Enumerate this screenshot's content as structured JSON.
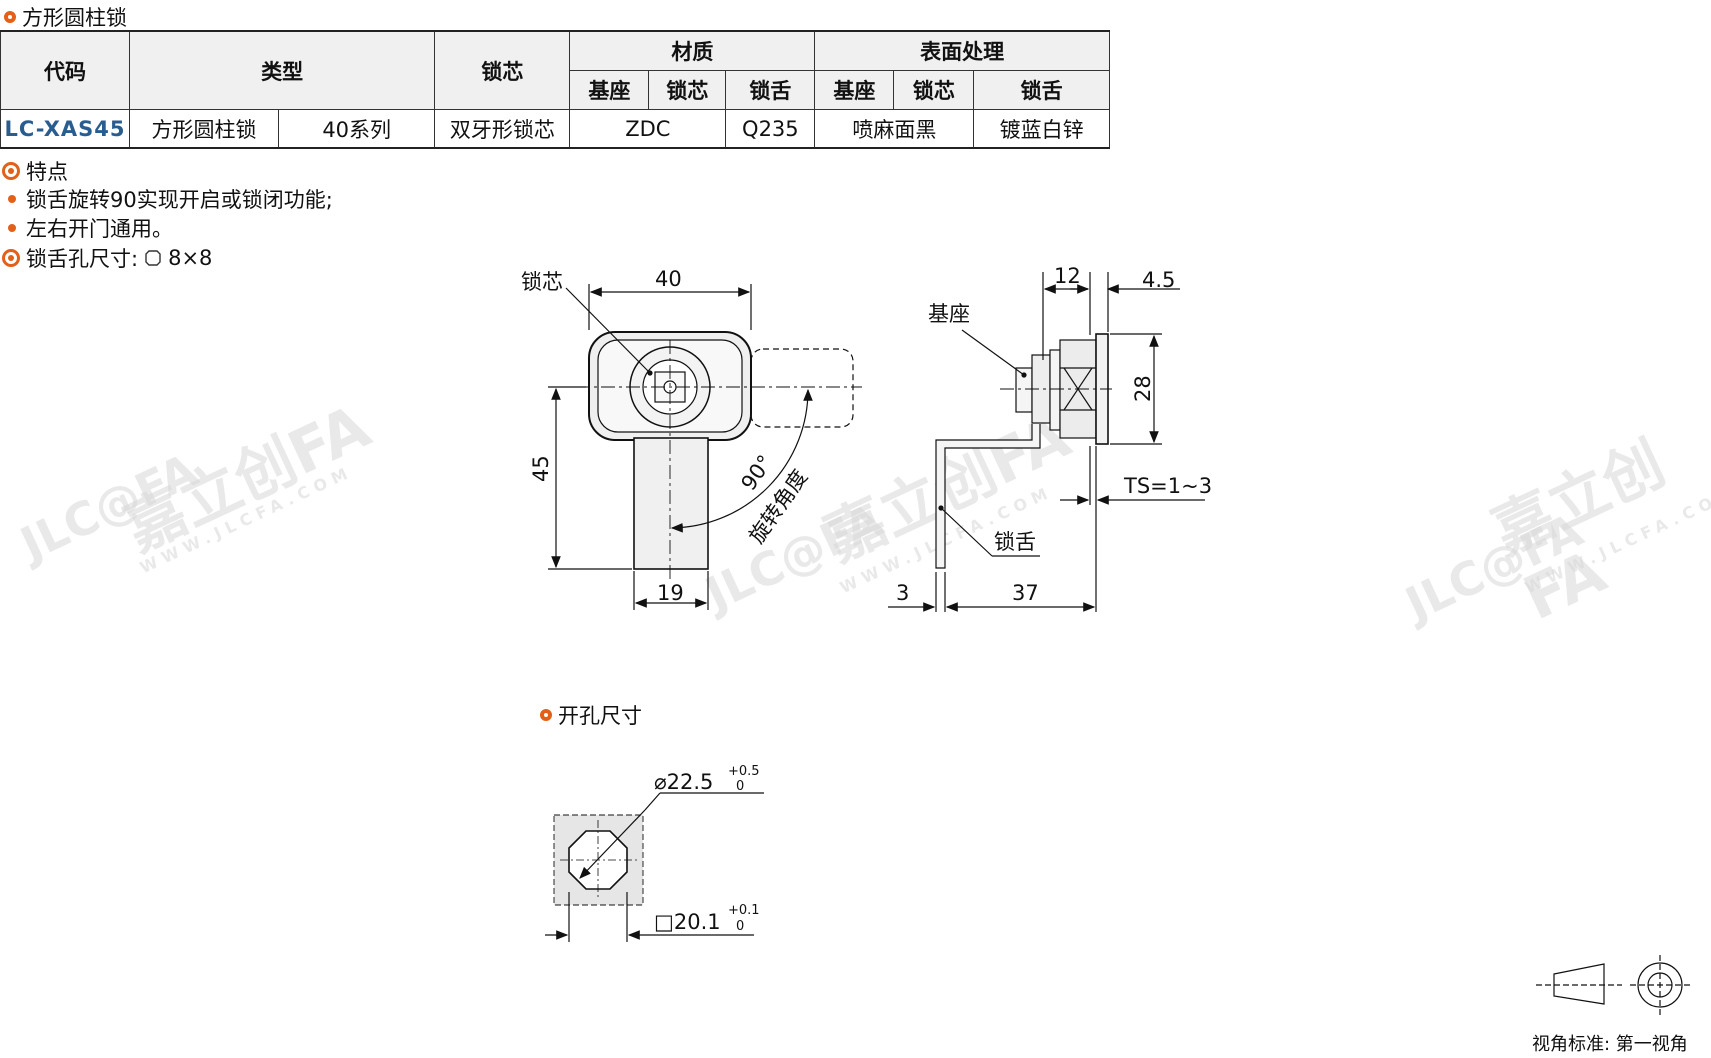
{
  "title": "方形圆柱锁",
  "table": {
    "headers": {
      "code": "代码",
      "type": "类型",
      "core": "锁芯",
      "material": "材质",
      "surface": "表面处理",
      "sub_base": "基座",
      "sub_core": "锁芯",
      "sub_tongue": "锁舌",
      "sub_base2": "基座",
      "sub_core2": "锁芯",
      "sub_tongue2": "锁舌"
    },
    "row": {
      "code": "LC-XAS45",
      "type": "方形圆柱锁",
      "series": "40系列",
      "core": "双牙形锁芯",
      "material_base_core": "ZDC",
      "material_tongue": "Q235",
      "surface_base_core": "喷麻面黑",
      "surface_tongue": "镀蓝白锌"
    }
  },
  "features": {
    "heading": "特点",
    "items": [
      "锁舌旋转90实现开启或锁闭功能;",
      "左右开门通用。"
    ],
    "hole_label": "锁舌孔尺寸:",
    "hole_value": "8×8"
  },
  "drawing": {
    "label_core": "锁芯",
    "dim_40": "40",
    "dim_45": "45",
    "dim_19": "19",
    "angle": "90°",
    "rotate_label": "旋转角度",
    "label_base": "基座",
    "dim_12": "12",
    "dim_4_5": "4.5",
    "dim_28": "28",
    "ts": "TS=1~3",
    "label_tongue": "锁舌",
    "dim_3": "3",
    "dim_37": "37"
  },
  "cutout": {
    "heading": "开孔尺寸",
    "dia": "⌀22.5",
    "dia_tol_upper": "+0.5",
    "dia_tol_lower": "0",
    "square": "□20.1",
    "sq_tol_upper": "+0.1",
    "sq_tol_lower": "0"
  },
  "view_standard": "视角标准: 第一视角",
  "watermark": {
    "brand": "嘉立创FA",
    "url": "WWW.JLCFA.COM",
    "logo": "JLC@FA"
  },
  "colors": {
    "accent": "#e2601a",
    "code": "#2a5d8f"
  }
}
